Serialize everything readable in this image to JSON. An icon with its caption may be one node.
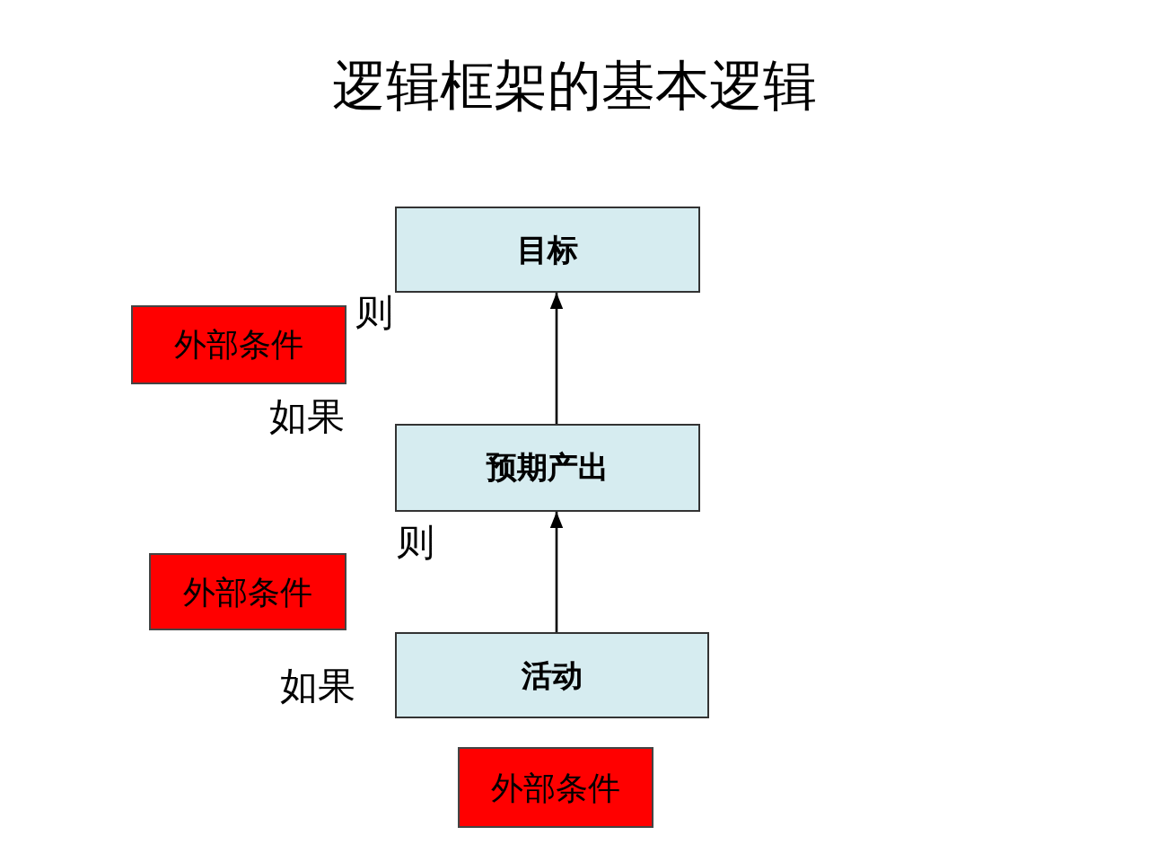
{
  "diagram": {
    "title": "逻辑框架的基本逻辑",
    "nodes": [
      {
        "text": [
          "目标"
        ]
      },
      {
        "text": [
          "外部条件"
        ]
      },
      {
        "text": [
          "预期产出"
        ]
      },
      {
        "text": [
          "外部条件"
        ]
      },
      {
        "text": [
          "活动"
        ]
      },
      {
        "text": [
          "外部条件"
        ]
      }
    ],
    "edges": [
      {
        "from": 4,
        "to": 2,
        "arrow": "to"
      },
      {
        "from": 2,
        "to": 0,
        "arrow": "to"
      }
    ],
    "labels": [
      "则",
      "如果",
      "则",
      "如果"
    ]
  }
}
